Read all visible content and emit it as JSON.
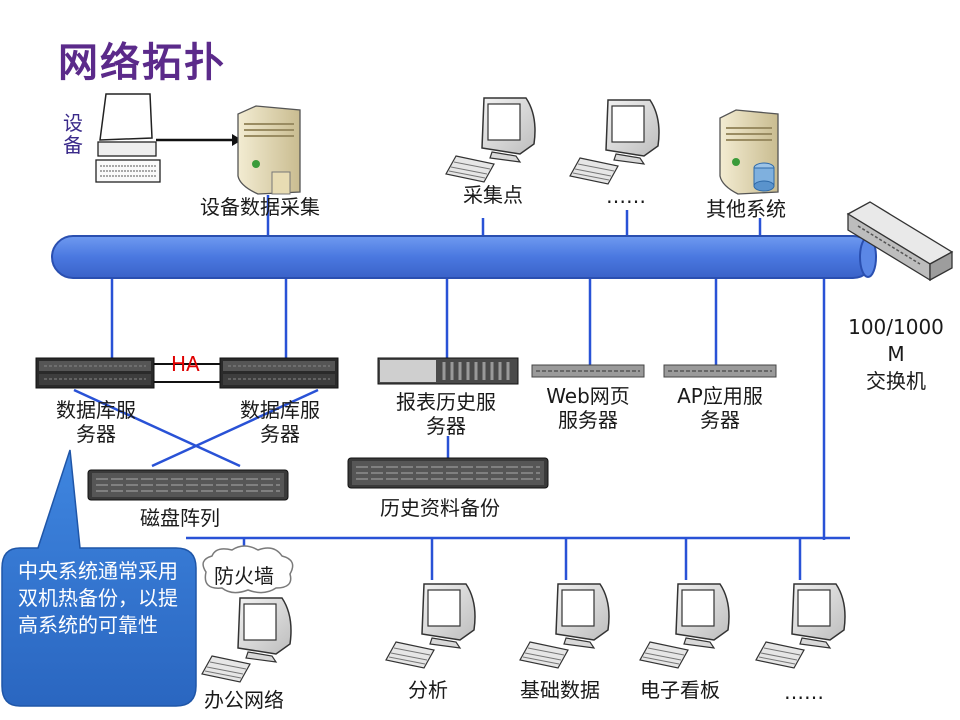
{
  "title": "网络拓扑",
  "labels": {
    "device": "设备",
    "device_data_collect": "设备数据采集",
    "collect_point": "采集点",
    "ellipsis_top": "……",
    "other_system": "其他系统",
    "switch_speed_1": "100/1000",
    "switch_speed_2": "M",
    "switch_name": "交换机",
    "db_server_1": "数据库服\n务器",
    "db_server_2": "数据库服\n务器",
    "report_server": "报表历史服\n务器",
    "web_server": "Web网页\n服务器",
    "ap_server": "AP应用服\n务器",
    "ha": "HA",
    "disk_array": "磁盘阵列",
    "history_backup": "历史资料备份",
    "firewall": "防火墙",
    "office_network": "办公网络",
    "analysis": "分析",
    "basic_data": "基础数据",
    "e_kanban": "电子看板",
    "ellipsis_bottom": "……"
  },
  "callout": {
    "text": "中央系统通常采用双机热备份，以提高系统的可靠性"
  },
  "colors": {
    "bus": "#4d7fe6",
    "line": "#2952d6",
    "title": "#5b2a8a",
    "callout": "#3478d4",
    "ha": "#e00000"
  }
}
